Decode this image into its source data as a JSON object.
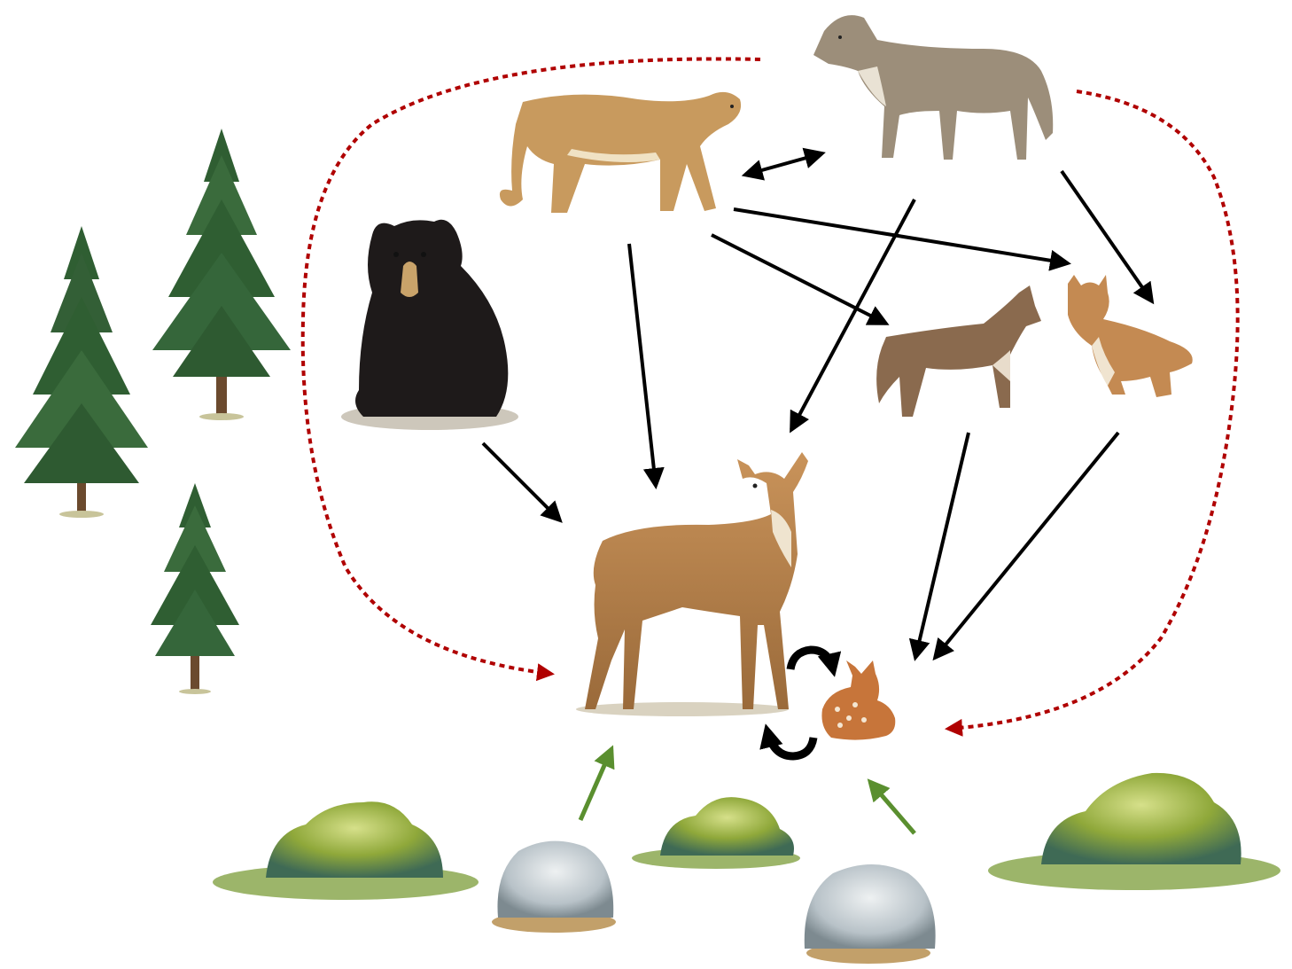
{
  "diagram": {
    "organisms": [
      {
        "key": "wolf",
        "kind": "predator"
      },
      {
        "key": "cougar",
        "kind": "predator"
      },
      {
        "key": "black-bear",
        "kind": "predator"
      },
      {
        "key": "coyote",
        "kind": "predator"
      },
      {
        "key": "bobcat",
        "kind": "predator"
      },
      {
        "key": "deer-adult",
        "kind": "prey"
      },
      {
        "key": "fawn",
        "kind": "prey"
      },
      {
        "key": "conifer-tree",
        "kind": "habitat"
      },
      {
        "key": "green-shrub",
        "kind": "habitat"
      },
      {
        "key": "sagebrush",
        "kind": "forage"
      }
    ],
    "links": [
      {
        "from": "cougar",
        "to": "wolf",
        "type": "competition-bidirectional"
      },
      {
        "from": "cougar",
        "to": "deer-adult",
        "type": "predation"
      },
      {
        "from": "cougar",
        "to": "coyote",
        "type": "predation"
      },
      {
        "from": "cougar",
        "to": "bobcat",
        "type": "predation"
      },
      {
        "from": "wolf",
        "to": "deer-adult",
        "type": "predation"
      },
      {
        "from": "wolf",
        "to": "bobcat",
        "type": "predation"
      },
      {
        "from": "wolf",
        "to": "deer-adult",
        "type": "indirect-effect"
      },
      {
        "from": "wolf",
        "to": "fawn",
        "type": "indirect-effect"
      },
      {
        "from": "black-bear",
        "to": "deer-adult",
        "type": "predation"
      },
      {
        "from": "coyote",
        "to": "fawn",
        "type": "predation"
      },
      {
        "from": "bobcat",
        "to": "fawn",
        "type": "predation"
      },
      {
        "from": "sagebrush",
        "to": "deer-adult",
        "type": "forage"
      },
      {
        "from": "sagebrush",
        "to": "fawn",
        "type": "forage"
      },
      {
        "from": "deer-adult",
        "to": "fawn",
        "type": "reproduction-cycle"
      }
    ],
    "colors": {
      "predation": "#000000",
      "indirect_effect": "#b00000",
      "forage": "#5a8f2f",
      "conifer_foliage": "#2f5e32",
      "shrub_green": "#8fa83a",
      "sagebrush": "#b8c2c8",
      "deer": "#b07a45",
      "wolf": "#9c8e7a",
      "cougar": "#c89a5e",
      "bear": "#1e1a1a",
      "coyote": "#8a6a4e",
      "bobcat": "#c48a52"
    }
  }
}
